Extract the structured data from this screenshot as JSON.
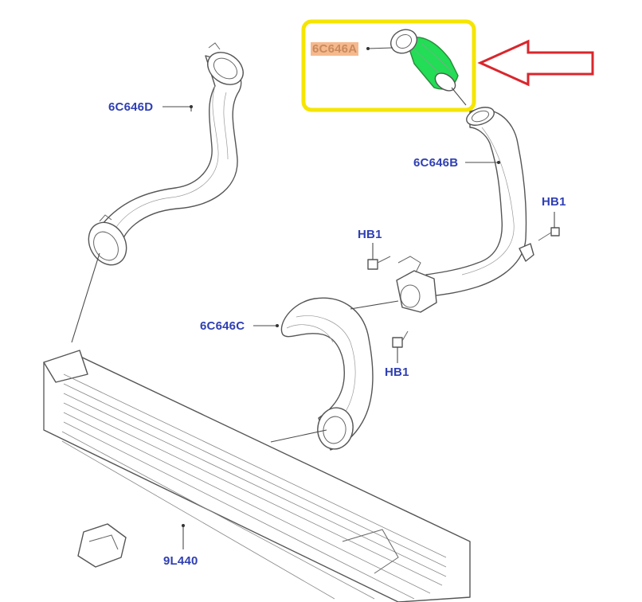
{
  "labels": {
    "hose_a": "6C646A",
    "hose_b": "6C646B",
    "hose_c": "6C646C",
    "hose_d": "6C646D",
    "bolt_top_right": "HB1",
    "bolt_upper_middle": "HB1",
    "bolt_lower_middle": "HB1",
    "intercooler": "9L440"
  },
  "colors": {
    "label_blue": "#2f3fb3",
    "highlight_box": "#f5e500",
    "highlight_part": "#22dd55",
    "arrow": "#d9262c",
    "label_highlight_bg": "#f6b98e"
  },
  "icons": {
    "arrow": "left-arrow-icon"
  }
}
